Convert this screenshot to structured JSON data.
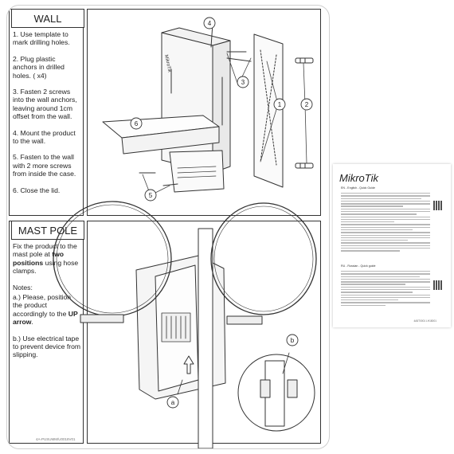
{
  "wall": {
    "title": "WALL",
    "steps": [
      "1. Use template to mark drilling holes.",
      "2. Plug plastic anchors in drilled holes. ( x4)",
      "3. Fasten 2 screws into the wall anchors, leaving around 1cm offset from the wall.",
      "4. Mount the product to the wall.",
      "5. Fasten to the wall with 2 more screws from inside  the case.",
      "6. Close the lid."
    ]
  },
  "mast": {
    "title": "MAST POLE",
    "intro_a": "Fix the product to the mast pole at ",
    "intro_bold": "two positions",
    "intro_b": " using hose clamps.",
    "notes_label": "Notes:",
    "note_a_pre": "a.) Please, position the product accordingly to the ",
    "note_a_bold": "UP arrow",
    "note_a_post": ".",
    "note_b": "b.) Use electrical tape to prevent device from slipping."
  },
  "sheet_code": "4A-PUSUMM/U0018V01",
  "callouts": {
    "c1": "1",
    "c2": "2",
    "c3": "3",
    "c4": "4",
    "c5": "5",
    "c6": "6",
    "ca": "a",
    "cb": "b"
  },
  "device_logo": "MikroTik",
  "quick_guide": {
    "brand": "MikroTik",
    "heading_en": "EN - English - Quick Guide",
    "heading_ru": "RU - Russian - Quick guide",
    "code": "4A5T0001 LH18001"
  }
}
